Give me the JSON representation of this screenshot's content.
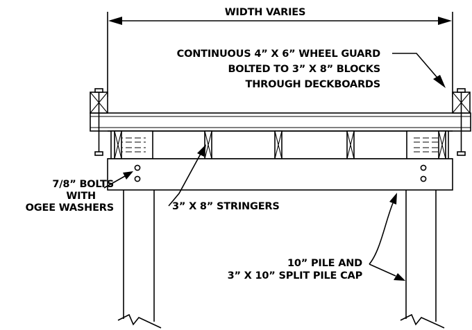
{
  "labels": {
    "width": "WIDTH VARIES",
    "guard_line1": "CONTINUOUS 4” X 6” WHEEL GUARD",
    "guard_line2": "BOLTED TO 3” X 8” BLOCKS",
    "guard_line3": "THROUGH DECKBOARDS",
    "bolts_line1": "7/8” BOLTS",
    "bolts_line2": "WITH",
    "bolts_line3": "OGEE WASHERS",
    "stringers": "3” X 8” STRINGERS",
    "pile_line1": "10” PILE AND",
    "pile_line2": "3” X 10” SPLIT PILE CAP"
  },
  "colors": {
    "line": "#000000",
    "background": "#ffffff"
  }
}
